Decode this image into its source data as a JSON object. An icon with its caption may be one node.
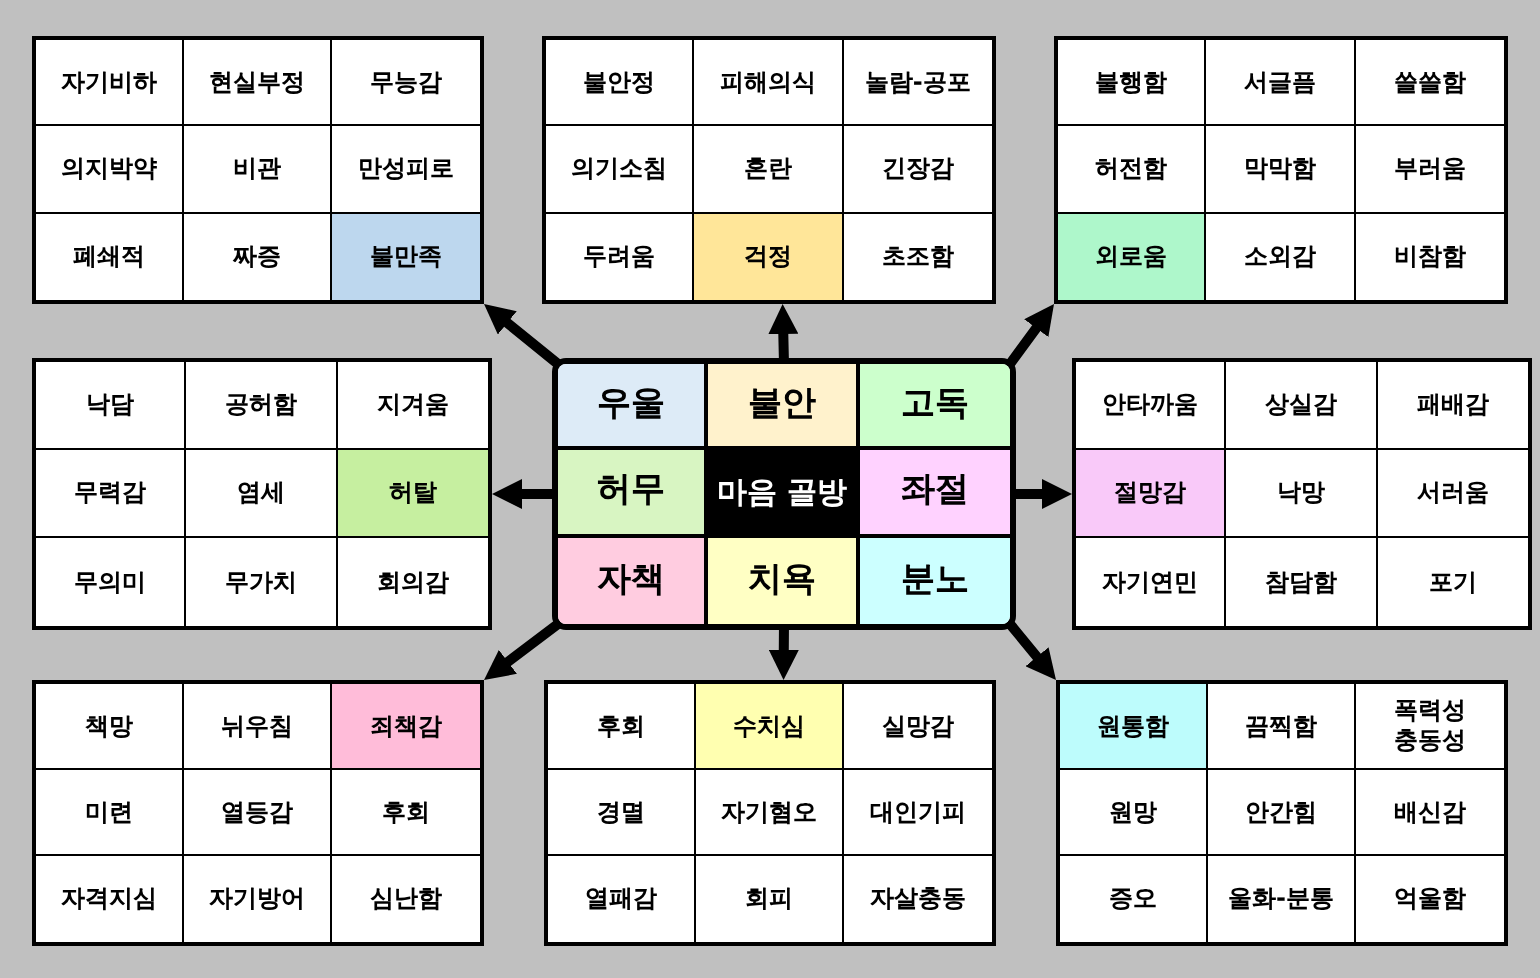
{
  "diagram": {
    "nodes": [
      {
        "text": [],
        "shape": "box"
      },
      {
        "text": [
          "자기비하"
        ],
        "in": 0
      },
      {
        "text": [
          "현실부정"
        ],
        "in": 0
      },
      {
        "text": [
          "무능감"
        ],
        "in": 0
      },
      {
        "text": [
          "의지박약"
        ],
        "in": 0
      },
      {
        "text": [
          "비관"
        ],
        "in": 0
      },
      {
        "text": [
          "만성피로"
        ],
        "in": 0
      },
      {
        "text": [
          "폐쇄적"
        ],
        "in": 0
      },
      {
        "text": [
          "짜증"
        ],
        "in": 0
      },
      {
        "text": [
          "불만족"
        ],
        "in": 0
      },
      {
        "text": [],
        "shape": "box"
      },
      {
        "text": [
          "불안정"
        ],
        "in": 10
      },
      {
        "text": [
          "피해의식"
        ],
        "in": 10
      },
      {
        "text": [
          "놀람-공포"
        ],
        "in": 10
      },
      {
        "text": [
          "의기소침"
        ],
        "in": 10
      },
      {
        "text": [
          "혼란"
        ],
        "in": 10
      },
      {
        "text": [
          "긴장감"
        ],
        "in": 10
      },
      {
        "text": [
          "두려움"
        ],
        "in": 10
      },
      {
        "text": [
          "걱정"
        ],
        "in": 10
      },
      {
        "text": [
          "초조함"
        ],
        "in": 10
      },
      {
        "text": [],
        "shape": "box"
      },
      {
        "text": [
          "불행함"
        ],
        "in": 20
      },
      {
        "text": [
          "서글픔"
        ],
        "in": 20
      },
      {
        "text": [
          "쓸쓸함"
        ],
        "in": 20
      },
      {
        "text": [
          "허전함"
        ],
        "in": 20
      },
      {
        "text": [
          "막막함"
        ],
        "in": 20
      },
      {
        "text": [
          "부러움"
        ],
        "in": 20
      },
      {
        "text": [
          "외로움"
        ],
        "in": 20
      },
      {
        "text": [
          "소외감"
        ],
        "in": 20
      },
      {
        "text": [
          "비참함"
        ],
        "in": 20
      },
      {
        "text": [],
        "shape": "box"
      },
      {
        "text": [
          "낙담"
        ],
        "in": 30
      },
      {
        "text": [
          "공허함"
        ],
        "in": 30
      },
      {
        "text": [
          "지겨움"
        ],
        "in": 30
      },
      {
        "text": [
          "무력감"
        ],
        "in": 30
      },
      {
        "text": [
          "염세"
        ],
        "in": 30
      },
      {
        "text": [
          "허탈"
        ],
        "in": 30
      },
      {
        "text": [
          "무의미"
        ],
        "in": 30
      },
      {
        "text": [
          "무가치"
        ],
        "in": 30
      },
      {
        "text": [
          "회의감"
        ],
        "in": 30
      },
      {
        "text": [],
        "shape": "box"
      },
      {
        "text": [
          "우울"
        ],
        "in": 40
      },
      {
        "text": [
          "불안"
        ],
        "in": 40
      },
      {
        "text": [
          "고독"
        ],
        "in": 40
      },
      {
        "text": [
          "허무"
        ],
        "in": 40
      },
      {
        "text": [
          "마음 골방"
        ],
        "in": 40
      },
      {
        "text": [
          "좌절"
        ],
        "in": 40
      },
      {
        "text": [
          "자책"
        ],
        "in": 40
      },
      {
        "text": [
          "치욕"
        ],
        "in": 40
      },
      {
        "text": [
          "분노"
        ],
        "in": 40
      },
      {
        "text": [],
        "shape": "box"
      },
      {
        "text": [
          "안타까움"
        ],
        "in": 50
      },
      {
        "text": [
          "상실감"
        ],
        "in": 50
      },
      {
        "text": [
          "패배감"
        ],
        "in": 50
      },
      {
        "text": [
          "절망감"
        ],
        "in": 50
      },
      {
        "text": [
          "낙망"
        ],
        "in": 50
      },
      {
        "text": [
          "서러움"
        ],
        "in": 50
      },
      {
        "text": [
          "자기연민"
        ],
        "in": 50
      },
      {
        "text": [
          "참담함"
        ],
        "in": 50
      },
      {
        "text": [
          "포기"
        ],
        "in": 50
      },
      {
        "text": [],
        "shape": "box"
      },
      {
        "text": [
          "책망"
        ],
        "in": 60
      },
      {
        "text": [
          "뉘우침"
        ],
        "in": 60
      },
      {
        "text": [
          "죄책감"
        ],
        "in": 60
      },
      {
        "text": [
          "미련"
        ],
        "in": 60
      },
      {
        "text": [
          "열등감"
        ],
        "in": 60
      },
      {
        "text": [
          "후회"
        ],
        "in": 60
      },
      {
        "text": [
          "자격지심"
        ],
        "in": 60
      },
      {
        "text": [
          "자기방어"
        ],
        "in": 60
      },
      {
        "text": [
          "심난함"
        ],
        "in": 60
      },
      {
        "text": [],
        "shape": "box"
      },
      {
        "text": [
          "후회"
        ],
        "in": 70
      },
      {
        "text": [
          "수치심"
        ],
        "in": 70
      },
      {
        "text": [
          "실망감"
        ],
        "in": 70
      },
      {
        "text": [
          "경멸"
        ],
        "in": 70
      },
      {
        "text": [
          "자기혐오"
        ],
        "in": 70
      },
      {
        "text": [
          "대인기피"
        ],
        "in": 70
      },
      {
        "text": [
          "열패감"
        ],
        "in": 70
      },
      {
        "text": [
          "회피"
        ],
        "in": 70
      },
      {
        "text": [
          "자살충동"
        ],
        "in": 70
      },
      {
        "text": [],
        "shape": "box"
      },
      {
        "text": [
          "원통함"
        ],
        "in": 80
      },
      {
        "text": [
          "끔찍함"
        ],
        "in": 80
      },
      {
        "text": [
          "폭력성 충동성"
        ],
        "in": 80
      },
      {
        "text": [
          "원망"
        ],
        "in": 80
      },
      {
        "text": [
          "안간힘"
        ],
        "in": 80
      },
      {
        "text": [
          "배신감"
        ],
        "in": 80
      },
      {
        "text": [
          "증오"
        ],
        "in": 80
      },
      {
        "text": [
          "울화-분통"
        ],
        "in": 80
      },
      {
        "text": [
          "억울함"
        ],
        "in": 80
      }
    ],
    "edges": [
      {
        "from": 41,
        "to": 0,
        "arrow": "to"
      },
      {
        "from": 42,
        "to": 10,
        "arrow": "to"
      },
      {
        "from": 43,
        "to": 20,
        "arrow": "to"
      },
      {
        "from": 44,
        "to": 30,
        "arrow": "to"
      },
      {
        "from": 46,
        "to": 50,
        "arrow": "to"
      },
      {
        "from": 47,
        "to": 60,
        "arrow": "to"
      },
      {
        "from": 48,
        "to": 70,
        "arrow": "to"
      },
      {
        "from": 49,
        "to": 80,
        "arrow": "to"
      }
    ]
  }
}
